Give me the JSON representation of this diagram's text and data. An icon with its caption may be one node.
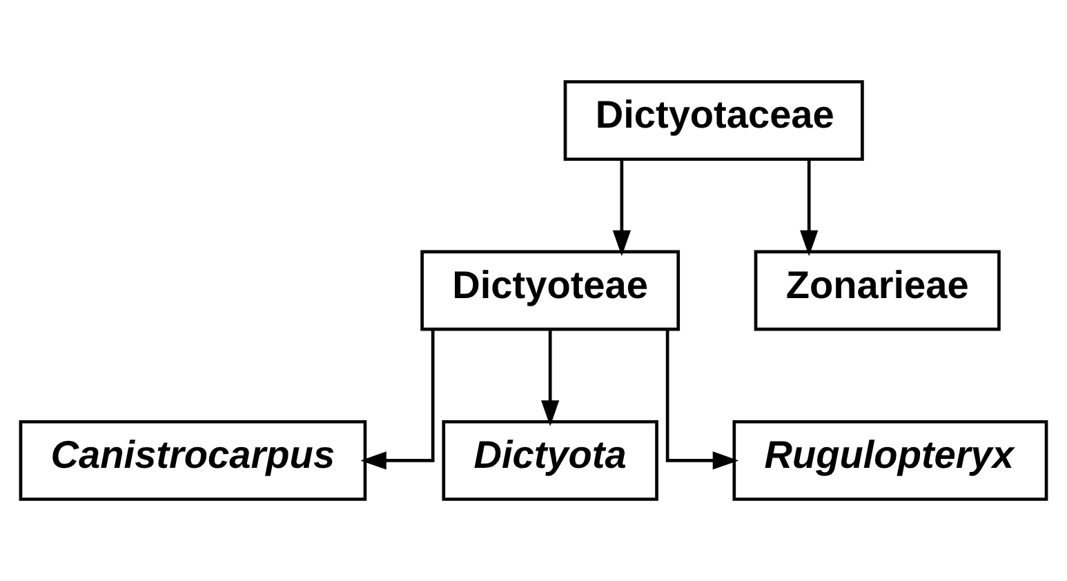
{
  "diagram": {
    "nodes": [
      {
        "text": [
          "Dictyotaceae"
        ]
      },
      {
        "text": [
          "Dictyoteae"
        ]
      },
      {
        "text": [
          "Zonarieae"
        ]
      },
      {
        "text": [
          "Canistrocarpus"
        ]
      },
      {
        "text": [
          "Dictyota"
        ]
      },
      {
        "text": [
          "Rugulopteryx"
        ]
      }
    ],
    "edges": [
      {
        "from": 0,
        "to": 1,
        "arrow": "to"
      },
      {
        "from": 0,
        "to": 2,
        "arrow": "to"
      },
      {
        "from": 1,
        "to": 3,
        "arrow": "to"
      },
      {
        "from": 1,
        "to": 4,
        "arrow": "to"
      },
      {
        "from": 1,
        "to": 5,
        "arrow": "to"
      }
    ]
  }
}
